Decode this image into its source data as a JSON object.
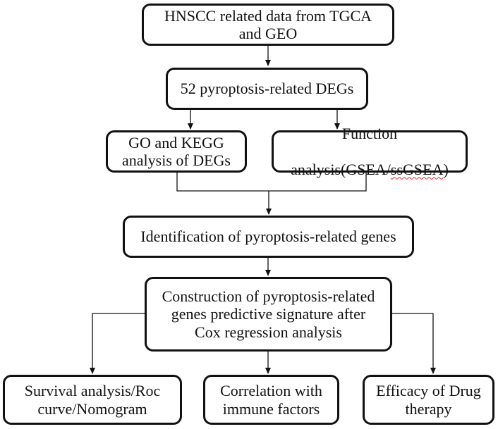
{
  "flowchart": {
    "nodes": {
      "data_source": "HNSCC related data from TGCA\nand GEO",
      "degs": "52 pyroptosis-related DEGs",
      "go_kegg": "GO and KEGG\nanalysis of DEGs",
      "function_line1": "Function",
      "function_line2_prefix": "analysis(GSEA/",
      "function_line2_underlined": "ssGSEA",
      "function_line2_suffix": ")",
      "identification": "Identification of pyroptosis-related genes",
      "construction": "Construction of pyroptosis-related\ngenes predictive signature after\nCox regression analysis",
      "survival": "Survival analysis/Roc\ncurve/Nomogram",
      "correlation": "Correlation with\nimmune factors",
      "efficacy": "Efficacy of Drug\ntherapy"
    }
  }
}
